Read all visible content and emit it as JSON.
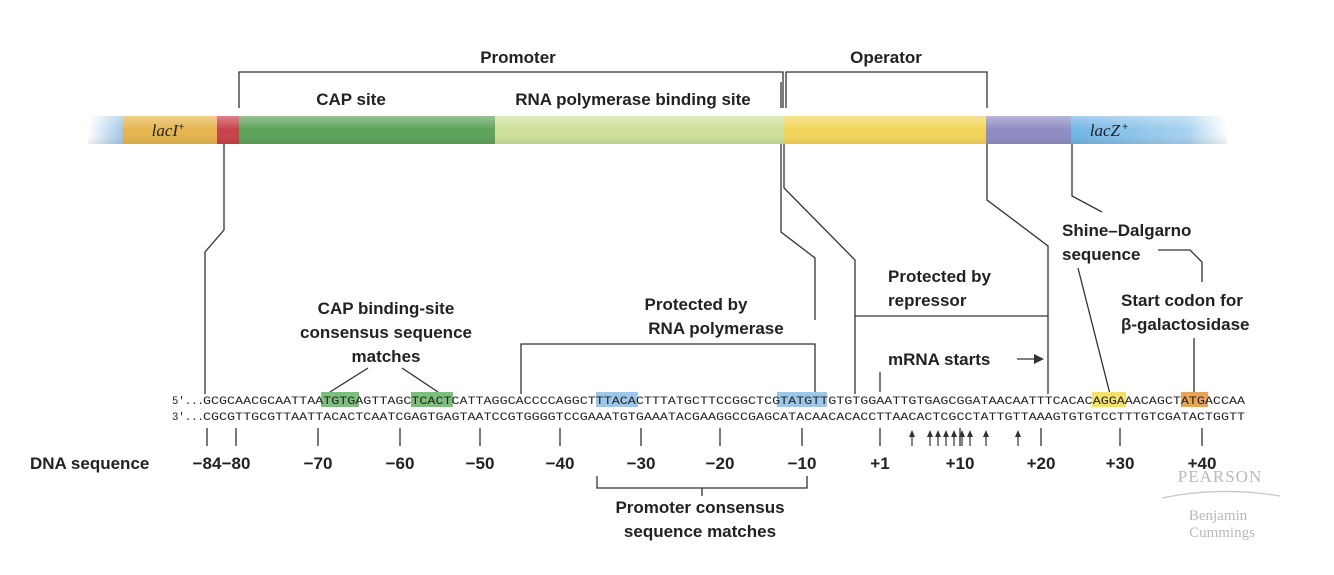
{
  "labels": {
    "promoter": "Promoter",
    "operator": "Operator",
    "cap_site": "CAP site",
    "rnap_site": "RNA polymerase binding site",
    "shine_dalgarno_1": "Shine–Dalgarno",
    "shine_dalgarno_2": "sequence",
    "protected_repressor_1": "Protected by",
    "protected_repressor_2": "repressor",
    "start_codon_1": "Start codon for",
    "start_codon_2": "β-galactosidase",
    "cap_binding_1": "CAP binding-site",
    "cap_binding_2": "consensus sequence",
    "cap_binding_3": "matches",
    "protected_rnap_1": "Protected by",
    "protected_rnap_2": "RNA polymerase",
    "mrna_starts": "mRNA starts",
    "promoter_consensus_1": "Promoter consensus",
    "promoter_consensus_2": "sequence matches",
    "dna_sequence": "DNA sequence"
  },
  "genes": {
    "lacI_name": "lacI",
    "lacI_sup": "+",
    "lacZ_name": "lacZ",
    "lacZ_sup": "+"
  },
  "colors": {
    "lacI": "#e6b54f",
    "red_segment": "#c8414b",
    "cap_site": "#5da35a",
    "rnap_site": "#cde09a",
    "operator": "#f2d55a",
    "purple_segment": "#8f8cc4",
    "lacZ": "#6fb4e4",
    "highlight_green": "#7cbf7a",
    "highlight_blue": "#9dc7e8",
    "highlight_yellow": "#f5e16a",
    "highlight_orange": "#e8a35a"
  },
  "sequence": {
    "strand5_label": "5′...",
    "strand3_label": "3′...",
    "top_parts": [
      "GCGCAACGCAATTAA",
      "TGTGA",
      "GTTAGC",
      "TCACT",
      "CATTAGGCACCCCAGGCT",
      "TTACA",
      "CTTTATGCTTCCGGCTCG",
      "TATGTT",
      "GTGTGGAATTGTGAGCGGATAACAATTTCACAC",
      "AGGA",
      "AACAGCT",
      "ATG",
      "ACCAA"
    ],
    "bottom": "CGCGTTGCGTTAATTACACTCAATCGAGTGAGTAATCCGTGGGGTCCGAAATGTGAAATACGAAGGCCGAGCATACAACACACCTTAACACTCGCCTATTGTTAAAGTGTGTCCTTTGTCGATACTGGTT"
  },
  "positions": [
    "−84",
    "−80",
    "−70",
    "−60",
    "−50",
    "−40",
    "−30",
    "−20",
    "−10",
    "+1",
    "+10",
    "+20",
    "+30",
    "+40"
  ],
  "logo": {
    "pearson": "PEARSON",
    "benjamin": "Benjamin",
    "cummings": "Cummings"
  }
}
